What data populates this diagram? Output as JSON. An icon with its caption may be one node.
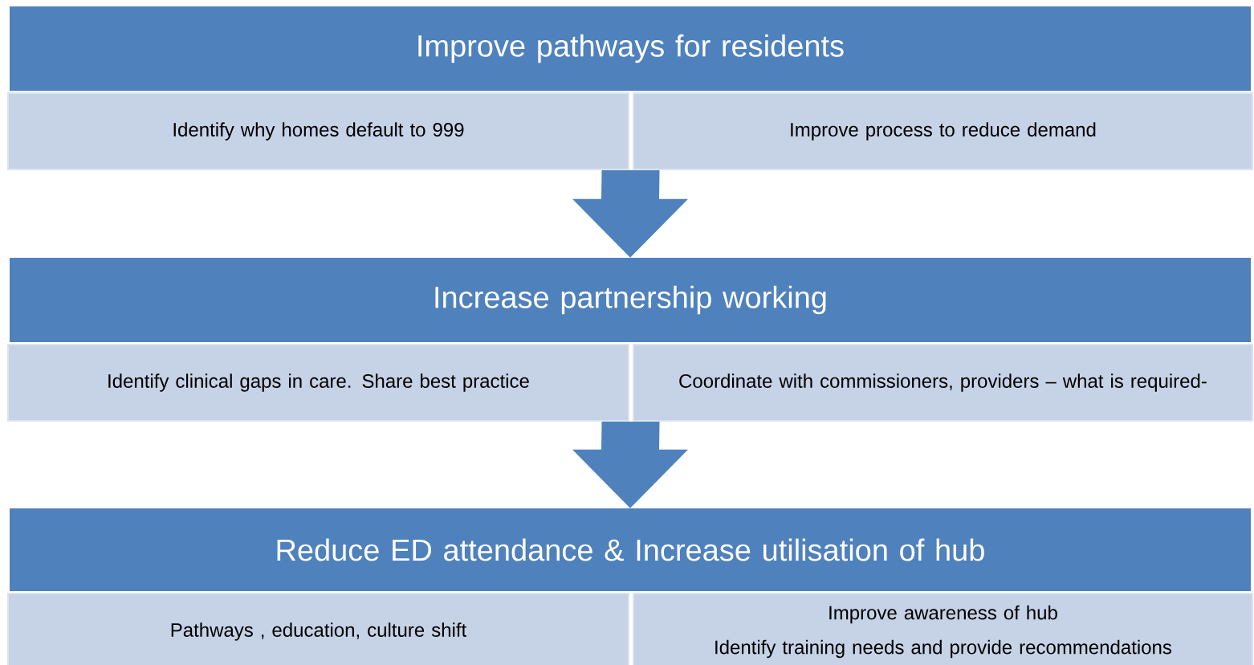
{
  "diagram": {
    "nodes": [
      {
        "text": [
          "Improve pathways for residents"
        ]
      },
      {
        "text": [
          "Identify why homes default to 999"
        ]
      },
      {
        "text": [
          "Improve process to reduce demand"
        ]
      },
      {
        "text": [
          "Increase partnership working"
        ]
      },
      {
        "text": [
          "Identify clinical gaps in care. Share best practice"
        ]
      },
      {
        "text": [
          "Coordinate with commissioners, providers – what is required-"
        ]
      },
      {
        "text": [
          "Reduce ED attendance & Increase utilisation of hub"
        ]
      },
      {
        "text": [
          "Pathways , education, culture shift"
        ]
      },
      {
        "text": [
          "Improve awareness of hub",
          "Identify training needs and provide recommendations"
        ]
      }
    ],
    "edges": [
      {
        "from": 1,
        "to": 3,
        "arrow": "to"
      },
      {
        "from": 2,
        "to": 3,
        "arrow": "to"
      },
      {
        "from": 4,
        "to": 6,
        "arrow": "to"
      },
      {
        "from": 5,
        "to": 6,
        "arrow": "to"
      }
    ]
  }
}
